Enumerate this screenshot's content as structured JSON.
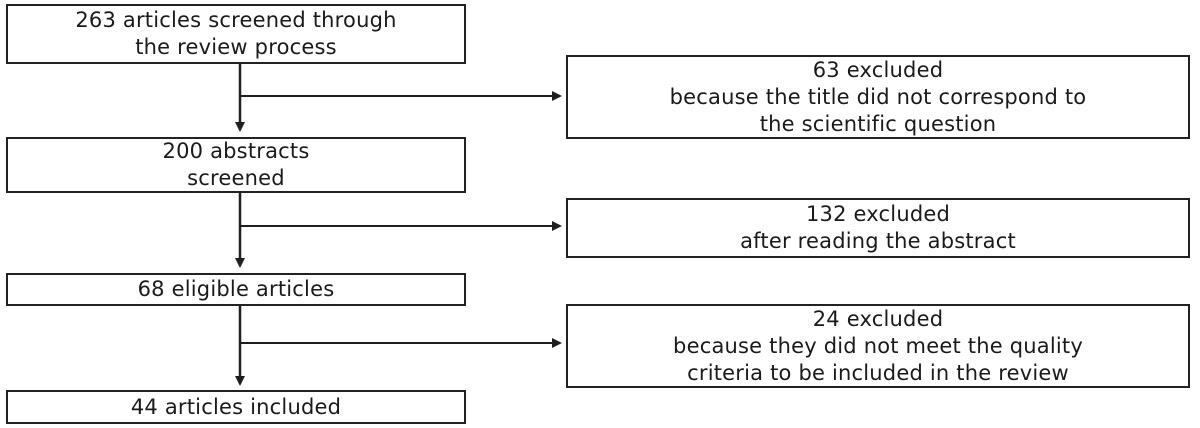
{
  "main_steps": [
    {
      "id": "screened",
      "lines": [
        "263 articles screened through",
        "the review process"
      ]
    },
    {
      "id": "abstracts",
      "lines": [
        "200 abstracts",
        "screened"
      ]
    },
    {
      "id": "eligible",
      "lines": [
        "68 eligible articles"
      ]
    },
    {
      "id": "included",
      "lines": [
        "44 articles included"
      ]
    }
  ],
  "exclusions": [
    {
      "id": "excl-title",
      "lines": [
        "63 excluded",
        "because the title did not correspond to",
        "the scientific question"
      ]
    },
    {
      "id": "excl-abstract",
      "lines": [
        "132 excluded",
        "after reading the abstract"
      ]
    },
    {
      "id": "excl-quality",
      "lines": [
        "24 excluded",
        "because they did not meet the quality",
        "criteria to be included in the review"
      ]
    }
  ],
  "colors": {
    "line": "#1f1f1f",
    "border": "#222222"
  }
}
